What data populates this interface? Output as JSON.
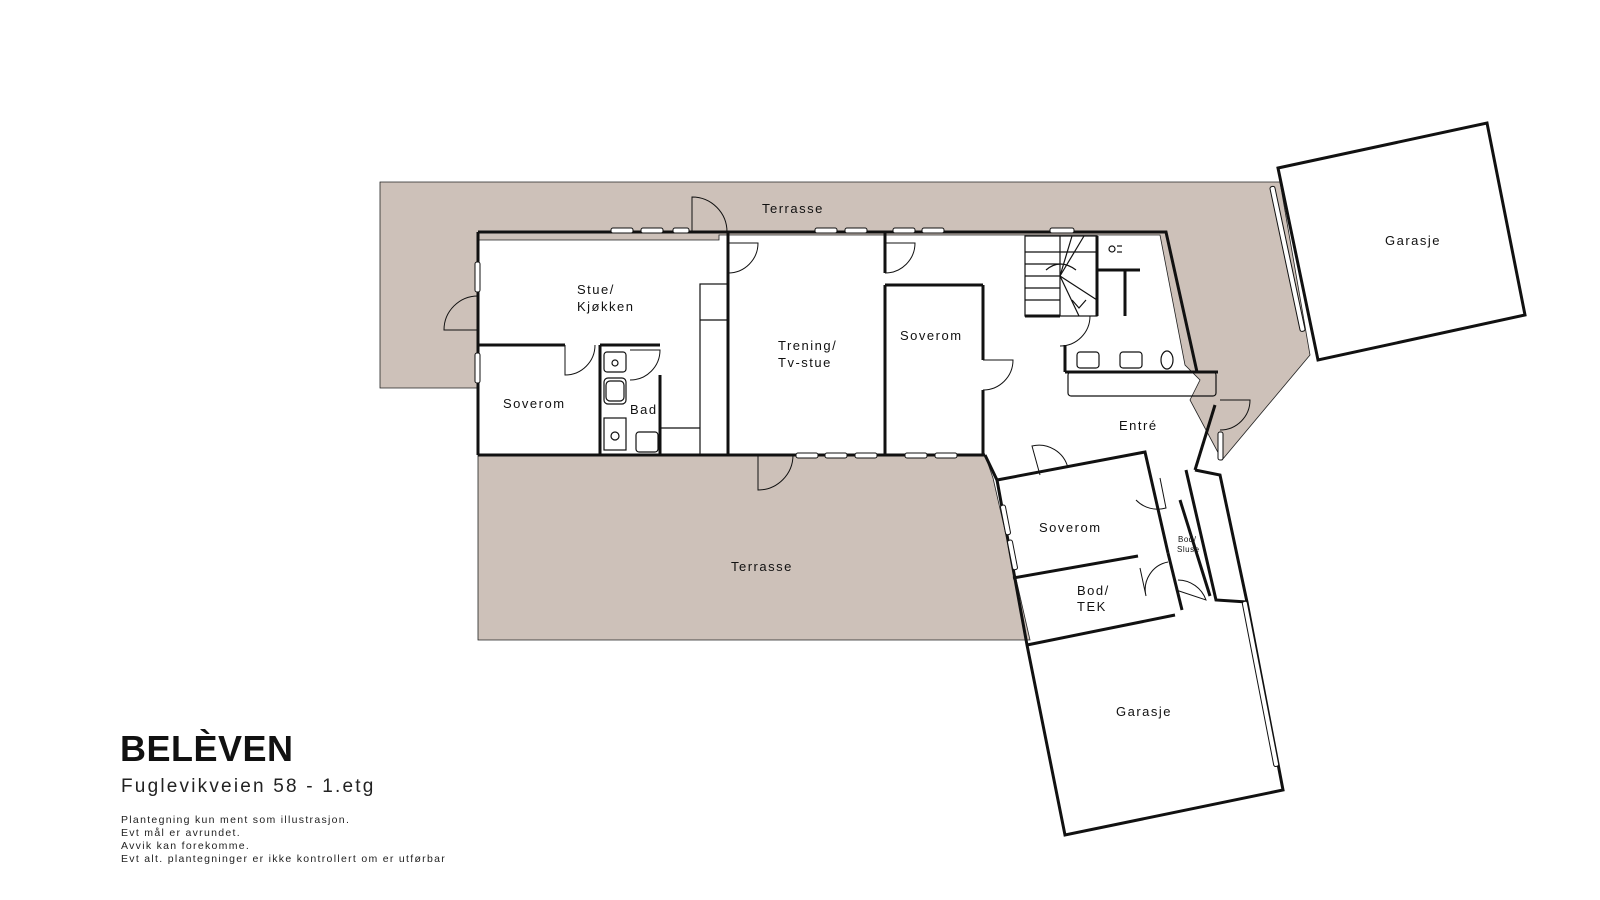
{
  "brand": "BELÈVEN",
  "address": "Fuglevikveien 58 - 1.etg",
  "disclaimer": [
    "Plantegning kun ment som illustrasjon.",
    "Evt mål er avrundet.",
    "Avvik kan forekomme.",
    "Evt alt. plantegninger er ikke kontrollert om er utførbar"
  ],
  "rooms": {
    "terrasse_top": "Terrasse",
    "terrasse_bottom": "Terrasse",
    "stue_line1": "Stue/",
    "stue_line2": "Kjøkken",
    "soverom_left": "Soverom",
    "bad": "Bad",
    "trening_line1": "Trening/",
    "trening_line2": "Tv-stue",
    "soverom_mid": "Soverom",
    "entre": "Entré",
    "soverom_lower": "Soverom",
    "bod_sluse_line1": "Bod/",
    "bod_sluse_line2": "Sluse",
    "bod_tek_line1": "Bod/",
    "bod_tek_line2": "TEK",
    "garasje_top": "Garasje",
    "garasje_bottom": "Garasje"
  },
  "colors": {
    "terrace": "#cdc1b9",
    "wall": "#111111",
    "background": "#ffffff"
  }
}
